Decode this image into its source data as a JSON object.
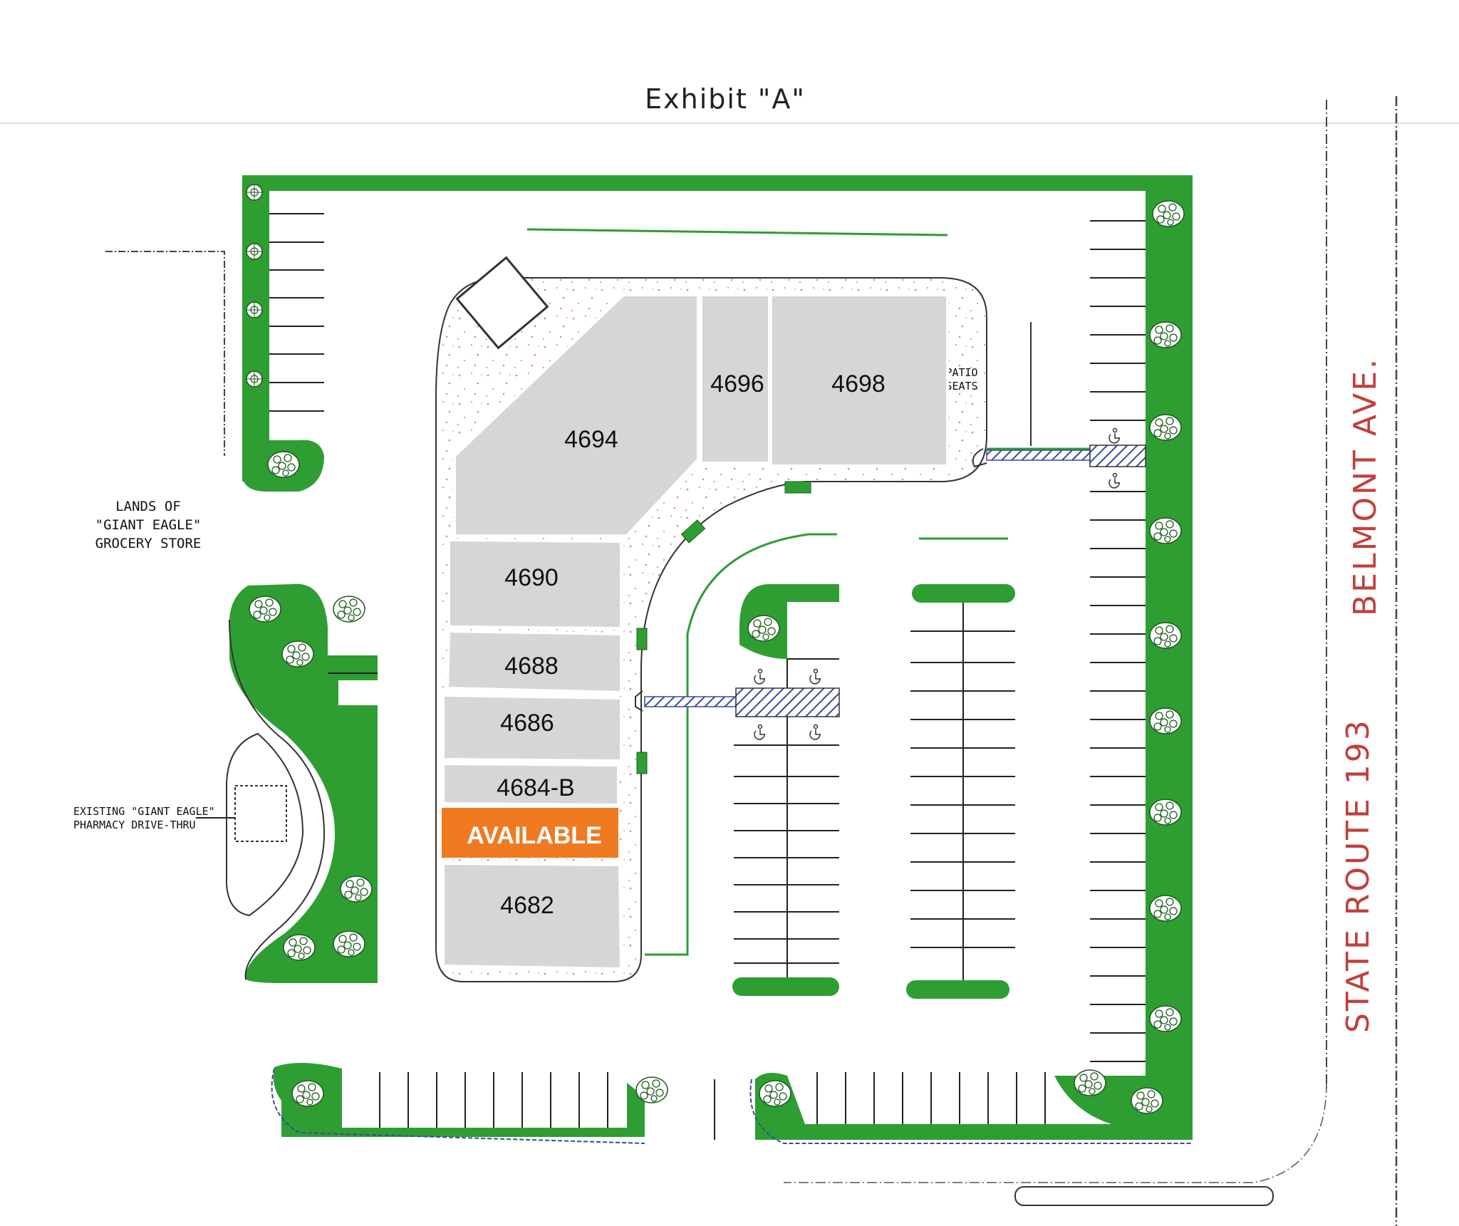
{
  "title": "Exhibit \"A\"",
  "colors": {
    "landscape": "#2e9e33",
    "unit": "#d6d6d6",
    "available": "#f07a22",
    "road_label": "#c0403c"
  },
  "units": [
    {
      "id": "4694",
      "label": "4694"
    },
    {
      "id": "4696",
      "label": "4696"
    },
    {
      "id": "4698",
      "label": "4698"
    },
    {
      "id": "4690",
      "label": "4690"
    },
    {
      "id": "4688",
      "label": "4688"
    },
    {
      "id": "4686",
      "label": "4686"
    },
    {
      "id": "4684-B",
      "label": "4684-B"
    },
    {
      "id": "4684-A",
      "label": "AVAILABLE",
      "status": "available"
    },
    {
      "id": "4682",
      "label": "4682"
    }
  ],
  "patio": {
    "line1": "PATIO",
    "line2": "SEATS"
  },
  "neighbor": {
    "line1": "LANDS OF",
    "line2": "\"GIANT EAGLE\"",
    "line3": "GROCERY STORE"
  },
  "drive_thru": {
    "line1": "EXISTING \"GIANT EAGLE\"",
    "line2": "PHARMACY DRIVE-THRU"
  },
  "roads": {
    "belmont": "BELMONT AVE.",
    "state_route": "STATE ROUTE 193"
  }
}
